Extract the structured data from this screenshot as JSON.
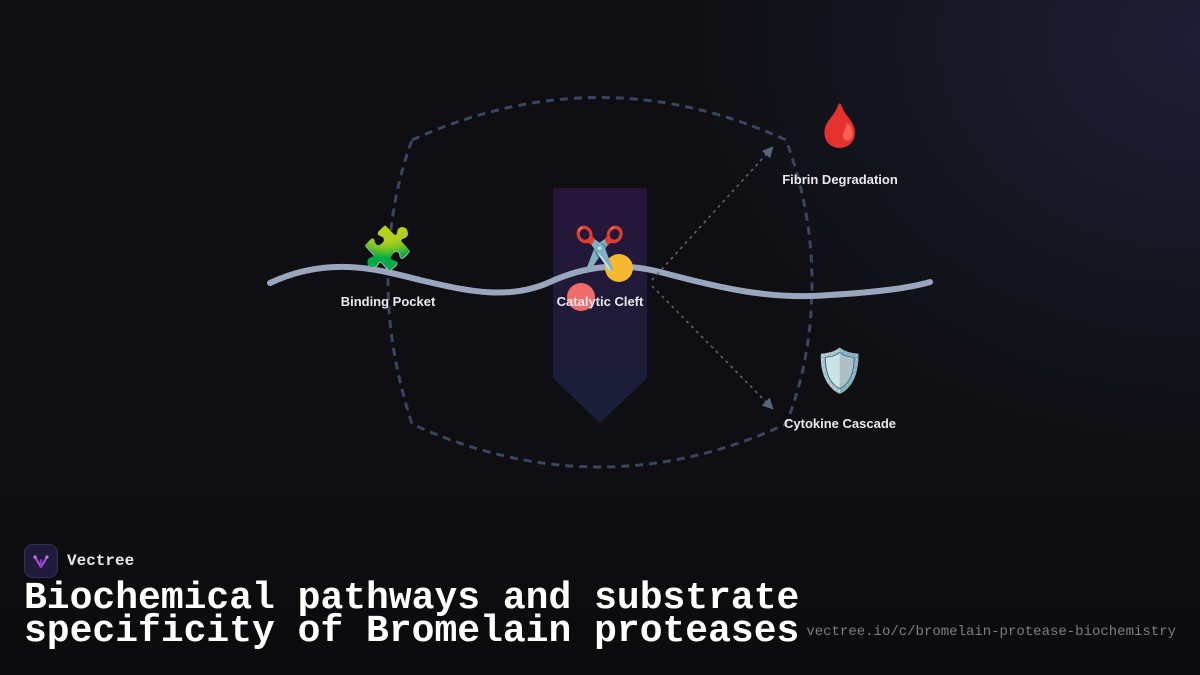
{
  "diagram": {
    "nodes": [
      {
        "id": "binding",
        "label": "Binding Pocket",
        "icon": "puzzle-piece-icon",
        "glyph": "🧩"
      },
      {
        "id": "catalytic",
        "label": "Catalytic Cleft",
        "icon": "scissors-icon",
        "glyph": "✂️"
      },
      {
        "id": "fibrin",
        "label": "Fibrin Degradation",
        "icon": "blood-drop-icon",
        "glyph": "🩸"
      },
      {
        "id": "cytokine",
        "label": "Cytokine Cascade",
        "icon": "shield-icon",
        "glyph": "🛡️"
      }
    ],
    "colors": {
      "strand": "#9aa6bd",
      "boundary": "#3a4560",
      "arrow": "#59647a",
      "highlight_top": "#2a1640",
      "highlight_bottom": "#1c2340",
      "dot_yellow": "#f5b82e",
      "dot_red": "#f26b6b"
    }
  },
  "brand": {
    "name": "Vectree",
    "icon": "vectree-logo-icon"
  },
  "title": "Biochemical pathways and substrate specificity of Bromelain proteases",
  "url": "vectree.io/c/bromelain-protease-biochemistry"
}
